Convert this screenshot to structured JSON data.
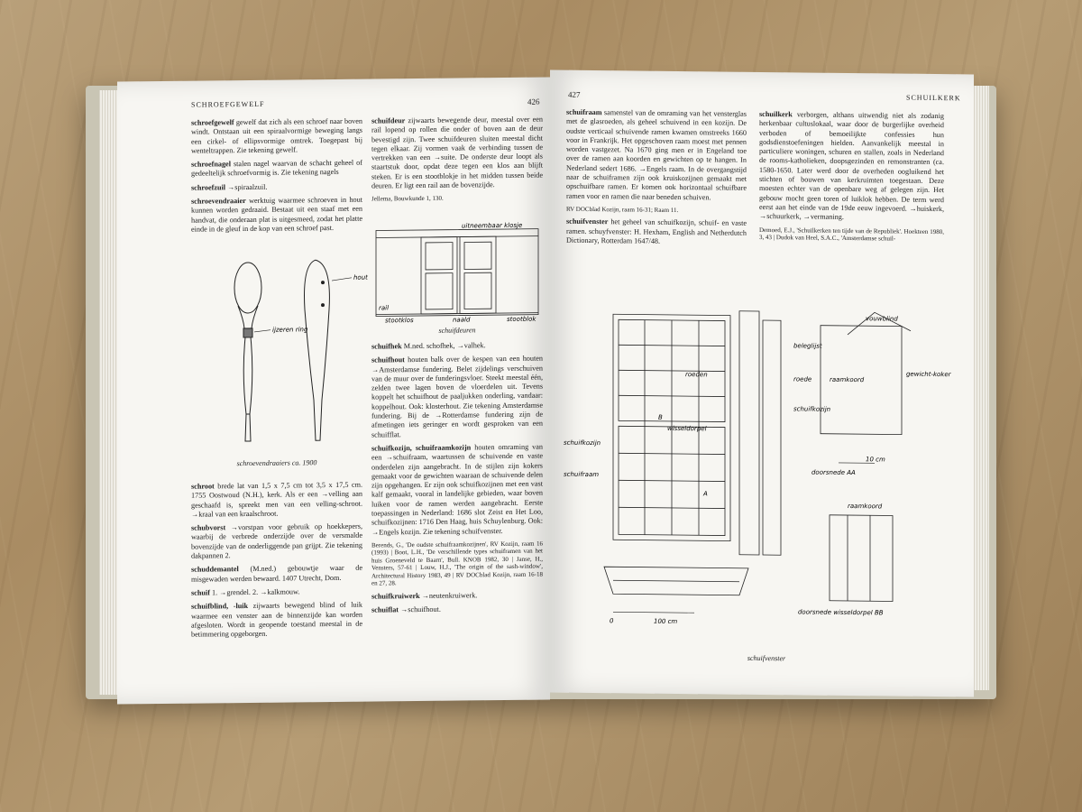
{
  "left_page": {
    "running_head": "SCHROEFGEWELF",
    "page_number": "426",
    "col1": [
      {
        "hw": "schroefgewelf",
        "text": "gewelf dat zich als een schroef naar boven windt. Ontstaan uit een spiraalvormige beweging langs een cirkel- of ellipsvormige omtrek. Toegepast bij wenteltrappen. Zie tekening gewelf."
      },
      {
        "hw": "schroefnagel",
        "text": "stalen nagel waarvan de schacht geheel of gedeeltelijk schroefvormig is. Zie tekening nagels"
      },
      {
        "hw": "schroefzuil",
        "text": "→spiraalzuil."
      },
      {
        "hw": "schroevendraaier",
        "text": "werktuig waarmee schroeven in hout kunnen worden gedraaid. Bestaat uit een staaf met een handvat, die onderaan plat is uitgesmeed, zodat het platte einde in de gleuf in de kop van een schroef past."
      }
    ],
    "col1_lower": [
      {
        "hw": "schroot",
        "text": "brede lat van 1,5 x 7,5 cm tot 3,5 x 17,5 cm. 1755 Oostwoud (N.H.), kerk. Als er een →velling aan geschaafd is, spreekt men van een velling-schroot. →kraal van een kraalschroot."
      },
      {
        "hw": "schubvorst",
        "text": "→vorstpan voor gebruik op hoekkepers, waarbij de verbrede onderzijde over de versmalde bovenzijde van de onderliggende pan grijpt. Zie tekening dakpannen 2."
      },
      {
        "hw": "schuddemantel",
        "text": "(M.ned.) gebouwtje waar de misgewaden werden bewaard. 1407 Utrecht, Dom."
      },
      {
        "hw": "schuif",
        "text": "1. →grendel. 2. →kalkmouw."
      },
      {
        "hw": "schuifblind, -luik",
        "text": "zijwaarts bewegend blind of luik waarmee een venster aan de binnenzijde kan worden afgesloten. Wordt in geopende toestand meestal in de betimmering opgeborgen."
      }
    ],
    "fig1_labels": {
      "hout": "hout",
      "ring": "ijzeren ring"
    },
    "fig1_caption": "schroevendraaiers ca. 1900",
    "col2": [
      {
        "hw": "schuifdeur",
        "text": "zijwaarts bewegende deur, meestal over een rail lopend op rollen die onder of boven aan de deur bevestigd zijn. Twee schuifdeuren sluiten meestal dicht tegen elkaar. Zij vormen vaak de verbinding tussen de vertrekken van een →suite. De onderste deur loopt als staartstuk door, opdat deze tegen een klos aan blijft steken. Er is een stootblokje in het midden tussen beide deuren. Er ligt een rail aan de bovenzijde."
      },
      {
        "src": "Jellema, Bouwkunde 1, 130."
      }
    ],
    "fig2_labels": {
      "top": "uitneembaar klosje",
      "rail": "rail",
      "klos": "stootklos",
      "naald": "naald",
      "stootblok": "stootblok"
    },
    "fig2_caption": "schuifdeuren",
    "col2_lower": [
      {
        "hw": "schuifhek",
        "text": "M.ned. schofhek, →valhek."
      },
      {
        "hw": "schuifhout",
        "text": "houten balk over de kespen van een houten →Amsterdamse fundering. Belet zijdelings verschuiven van de muur over de funderingsvloer. Steekt meestal één, zelden twee lagen boven de vloerdelen uit. Tevens koppelt het schuifhout de paaljukken onderling, vandaar: koppelhout. Ook: klosterhout. Zie tekening Amsterdamse fundering. Bij de →Rotterdamse fundering zijn de afmetingen iets geringer en wordt gesproken van een schuifflat."
      },
      {
        "hw": "schuifkozijn, schuifraamkozijn",
        "text": "houten omraming van een →schuifraam, waartussen de schuivende en vaste onderdelen zijn aangebracht. In de stijlen zijn kokers gemaakt voor de gewichten waaraan de schuivende delen zijn opgehangen. Er zijn ook schuifkozijnen met een vast kalf gemaakt, vooral in landelijke gebieden, waar boven luiken voor de ramen werden aangebracht. Eerste toepassingen in Nederland: 1686 slot Zeist en Het Loo, schuifkozijnen: 1716 Den Haag, huis Schuylenburg. Ook: →Engels kozijn. Zie tekening schuifvenster."
      },
      {
        "src": "Berends, G., 'De oudste schuifraamkozijnen', RV Kozijn, raam 16 (1993) | Boot, L.H., 'De verschillende types schuiframen van het huis Groeneveld te Baarn', Bull. KNOB 1982, 30 | Janse, H., Vensters, 57-61 | Louw, H.J., 'The origin of the sash-window', Architectural History 1983, 49 | RV DOCblad Kozijn, raam 16-18 en 27, 28."
      },
      {
        "hw": "schuifkruiwerk",
        "text": "→neutenkruiwerk."
      },
      {
        "hw": "schuiflat",
        "text": "→schuifhout."
      }
    ]
  },
  "right_page": {
    "page_number": "427",
    "running_head": "SCHUILKERK",
    "col1": [
      {
        "hw": "schuifraam",
        "text": "samenstel van de omraming van het vensterglas met de glasroeden, als geheel schuivend in een kozijn. De oudste verticaal schuivende ramen kwamen omstreeks 1660 voor in Frankrijk. Het opgeschoven raam moest met pennen worden vastgezet. Na 1670 ging men er in Engeland toe over de ramen aan koorden en gewichten op te hangen. In Nederland sedert 1686. →Engels raam. In de overgangstijd naar de schuiframen zijn ook kruiskozijnen gemaakt met opschuifbare ramen. Er komen ook horizontaal schuifbare ramen voor en ramen die naar beneden schuiven."
      },
      {
        "src": "RV DOCblad Kozijn, raam 16-31; Raam 11."
      },
      {
        "hw": "schuifvenster",
        "text": "het geheel van schuifkozijn, schuif- en vaste ramen. schuyfvenster: H. Hexham, English and Netherdutch Dictionary, Rotterdam 1647/48."
      }
    ],
    "col2": [
      {
        "hw": "schuilkerk",
        "text": "verborgen, althans uitwendig niet als zodanig herkenbaar cultuslokaal, waar door de burgerlijke overheid verboden of bemoeilijkte confessies hun godsdienstoefeningen hielden. Aanvankelijk meestal in particuliere woningen, schuren en stallen, zoals in Nederland de rooms-katholieken, doopsgezinden en remonstranten (ca. 1580-1650. Later werd door de overheden oogluikend het stichten of bouwen van kerkruimten toegestaan. Deze moesten echter van de openbare weg af gelegen zijn. Het gebouw mocht geen toren of luiklok hebben. De term werd eerst aan het einde van de 19de eeuw ingevoerd. →huiskerk, →schuurkerk, →vermaning."
      },
      {
        "src": "Demoed, E.J., 'Schuilkerken ten tijde van de Republiek'. Hoekteen 1980, 3, 43 | Dudok van Heel, S.A.C., 'Amsterdamse schuil-"
      }
    ],
    "fig_labels": {
      "roeden": "roeden",
      "wisseldorpel": "wisseldorpel",
      "schuifkozijn": "schuifkozijn",
      "schuifraam": "schuifraam",
      "b": "B",
      "a": "A",
      "scale": "100 cm",
      "zero": "0",
      "vouwblind": "vouwblind",
      "beleglijst": "beleglijst",
      "roede": "roede",
      "raamkoord": "raamkoord",
      "gewichtkoker": "gewicht-koker",
      "schuifkozijn2": "schuifkozijn",
      "scale10": "10 cm",
      "doorsnedeAA": "doorsnede AA",
      "raamkoord2": "raamkoord",
      "doorsnedeBB": "doorsnede wisseldorpel BB"
    },
    "fig_caption": "schuifvenster"
  }
}
